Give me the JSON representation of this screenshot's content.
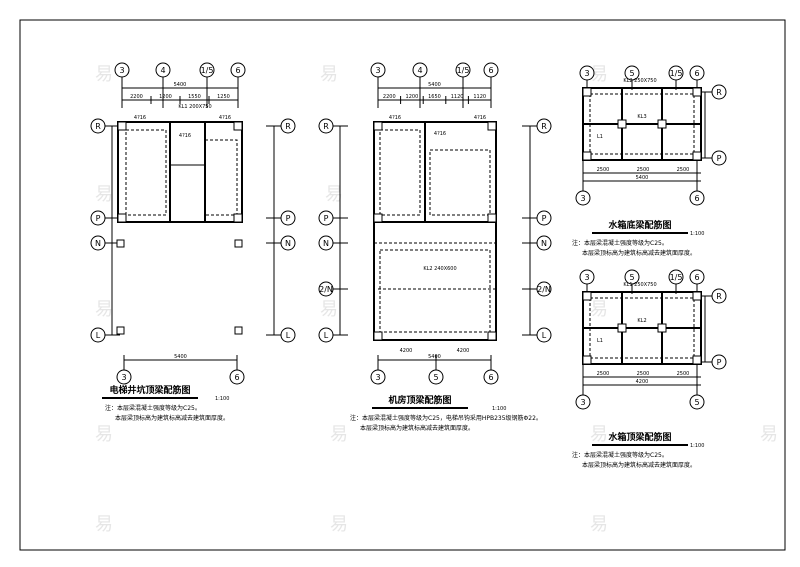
{
  "drawings": [
    {
      "title": "电梯井坑顶梁配筋图",
      "scale": "1:100",
      "notes": [
        "注：本层梁混凝土强度等级为C25。",
        "本层梁顶标高为建筑标高减去建筑面厚度。"
      ],
      "top_axes": [
        "3",
        "4",
        "1/5",
        "6"
      ],
      "bottom_axes": [
        "3",
        "6"
      ],
      "rows_left": [
        "R",
        "P",
        "N",
        "L"
      ],
      "rows_right": [
        "R",
        "P",
        "N",
        "L"
      ],
      "dim_total": "5400",
      "dims": [
        "2200",
        "1200",
        "1550",
        "1250"
      ],
      "bottom_dim": "5400",
      "beam_labels": [
        "4?16",
        "4?16",
        "4?16",
        "KL1 200X750"
      ]
    },
    {
      "title": "机房顶梁配筋图",
      "scale": "1:100",
      "notes": [
        "注：本层梁混凝土强度等级为C25，电梯吊钩采用HPB235级钢筋Φ22。",
        "本层梁顶标高为建筑标高减去建筑面厚度。"
      ],
      "top_axes": [
        "3",
        "4",
        "1/5",
        "6"
      ],
      "bottom_axes": [
        "3",
        "5",
        "6"
      ],
      "rows_left": [
        "R",
        "P",
        "N",
        "2/N",
        "L"
      ],
      "rows_right": [
        "R",
        "P",
        "N",
        "2/N",
        "L"
      ],
      "dim_total": "5400",
      "dims": [
        "2200",
        "1200",
        "1650",
        "1120",
        "1120"
      ],
      "bottom_dims": [
        "4200",
        "4200"
      ],
      "bottom_dim": "5400",
      "beam_labels": [
        "4?16",
        "4?16",
        "4?16",
        "KL2 240X600"
      ]
    },
    {
      "title": "水箱底梁配筋图",
      "scale": "1:100",
      "notes": [
        "注：本层梁混凝土强度等级为C25。",
        "本层梁顶标高为建筑标高减去建筑面厚度。"
      ],
      "top_axes": [
        "3",
        "5",
        "1/5",
        "6"
      ],
      "bottom_axes": [
        "3",
        "6"
      ],
      "rows_right": [
        "R",
        "P"
      ],
      "dims": [
        "2500",
        "2500",
        "2500"
      ],
      "bottom_dim": "5400",
      "beam_labels": [
        "KL2 250X750",
        "KL3",
        "L1"
      ]
    },
    {
      "title": "水箱顶梁配筋图",
      "scale": "1:100",
      "notes": [
        "注：本层梁混凝土强度等级为C25。",
        "本层梁顶标高为建筑标高减去建筑面厚度。"
      ],
      "top_axes": [
        "3",
        "5",
        "1/5",
        "6"
      ],
      "bottom_axes": [
        "3",
        "5"
      ],
      "rows_right": [
        "R",
        "P"
      ],
      "dims": [
        "2500",
        "2500",
        "2500"
      ],
      "bottom_dim": "4200",
      "beam_labels": [
        "KL1 250X750",
        "KL2",
        "L1"
      ]
    }
  ],
  "watermark": "易"
}
